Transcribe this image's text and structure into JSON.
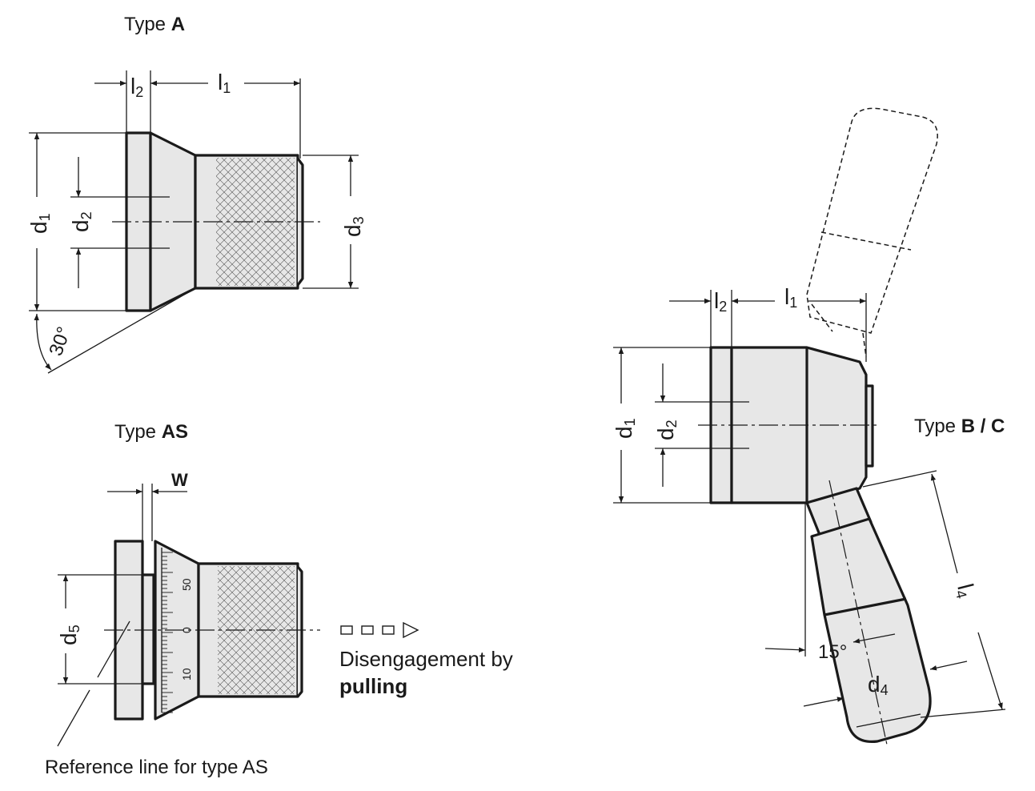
{
  "type_a": {
    "title_prefix": "Type ",
    "title_bold": "A",
    "dims": {
      "l2": "l",
      "l2_sub": "2",
      "l1": "l",
      "l1_sub": "1",
      "d1": "d",
      "d1_sub": "1",
      "d2": "d",
      "d2_sub": "2",
      "d3": "d",
      "d3_sub": "3"
    },
    "angle": "30°"
  },
  "type_as": {
    "title_prefix": "Type ",
    "title_bold": "AS",
    "w": "W",
    "d5": "d",
    "d5_sub": "5",
    "scale_labels": [
      "50",
      "0",
      "10"
    ],
    "reference": "Reference line for type AS",
    "disengage_line1": "Disengagement by",
    "disengage_line2": "pulling"
  },
  "type_bc": {
    "title_prefix": "Type ",
    "title_bold": "B / C",
    "dims": {
      "l2": "l",
      "l2_sub": "2",
      "l1": "l",
      "l1_sub": "1",
      "d1": "d",
      "d1_sub": "1",
      "d2": "d",
      "d2_sub": "2",
      "l4": "l",
      "l4_sub": "4",
      "d4": "d",
      "d4_sub": "4"
    },
    "angle": "15°"
  }
}
